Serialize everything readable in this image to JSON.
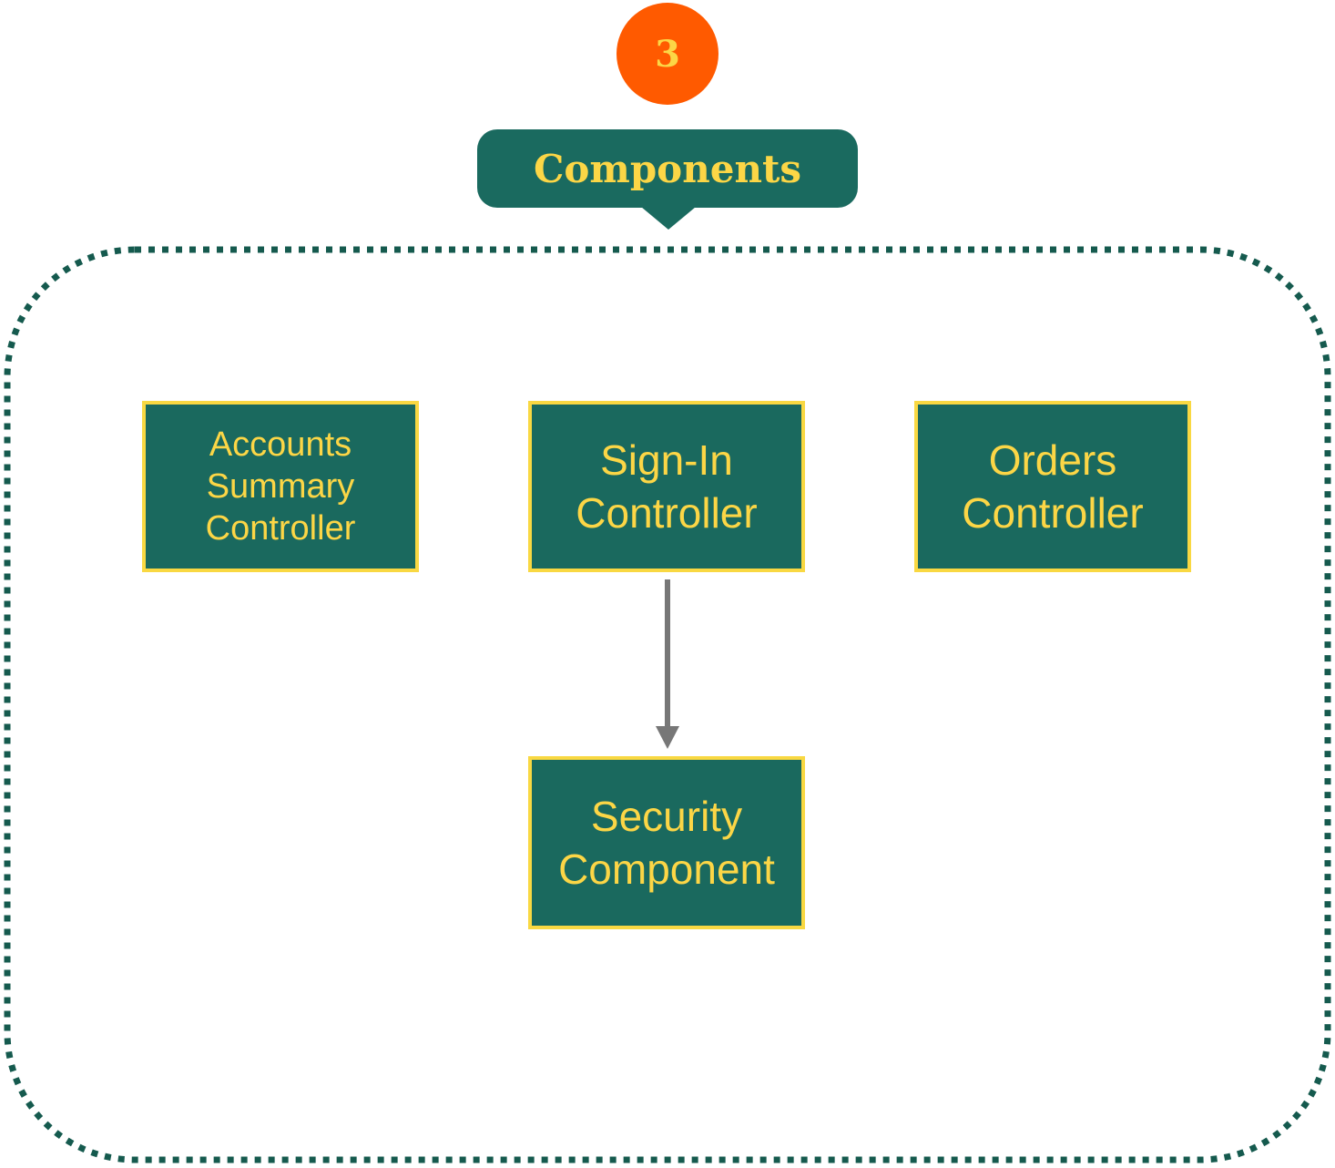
{
  "badge": {
    "number": "3",
    "color": "#ff5a00"
  },
  "section": {
    "title": "Components",
    "color": "#1a6a5f",
    "text_color": "#fcd646"
  },
  "frame": {
    "style": "dotted",
    "color": "#155a4e"
  },
  "nodes": [
    {
      "id": "accounts-summary-controller",
      "label": "Accounts\nSummary\nController"
    },
    {
      "id": "sign-in-controller",
      "label": "Sign-In\nController"
    },
    {
      "id": "orders-controller",
      "label": "Orders\nController"
    },
    {
      "id": "security-component",
      "label": "Security\nComponent"
    }
  ],
  "edges": [
    {
      "from": "sign-in-controller",
      "to": "security-component",
      "color": "#777777"
    }
  ],
  "colors": {
    "node_fill": "#1a695e",
    "node_border": "#f9d842",
    "node_text": "#fcd646"
  }
}
